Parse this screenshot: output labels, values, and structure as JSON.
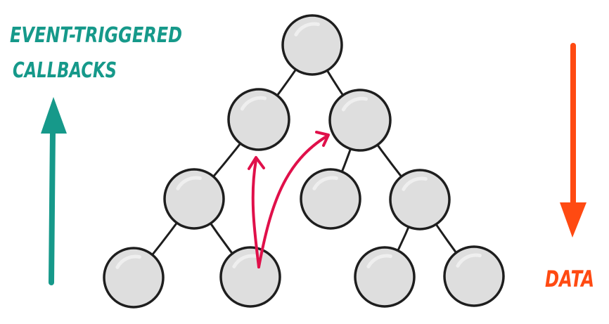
{
  "labels": {
    "callbacks_line1": "EVENT-TRIGGERED",
    "callbacks_line2": "CALLBACKS",
    "data": "DATA"
  },
  "colors": {
    "callbacks": "#16998a",
    "data": "#ff4a12",
    "event_arrows": "#e0104a",
    "node_fill": "#dedede",
    "node_stroke": "#1e1e1e",
    "edge": "#1e1e1e"
  },
  "tree": {
    "nodes": [
      "root",
      "a",
      "b",
      "a1",
      "b1",
      "b2",
      "a1l",
      "a1r",
      "b2l",
      "b2r"
    ],
    "edges": [
      [
        "root",
        "a"
      ],
      [
        "root",
        "b"
      ],
      [
        "a",
        "a1"
      ],
      [
        "b",
        "b1"
      ],
      [
        "b",
        "b2"
      ],
      [
        "a1",
        "a1l"
      ],
      [
        "a1",
        "a1r"
      ],
      [
        "b2",
        "b2l"
      ],
      [
        "b2",
        "b2r"
      ]
    ]
  }
}
